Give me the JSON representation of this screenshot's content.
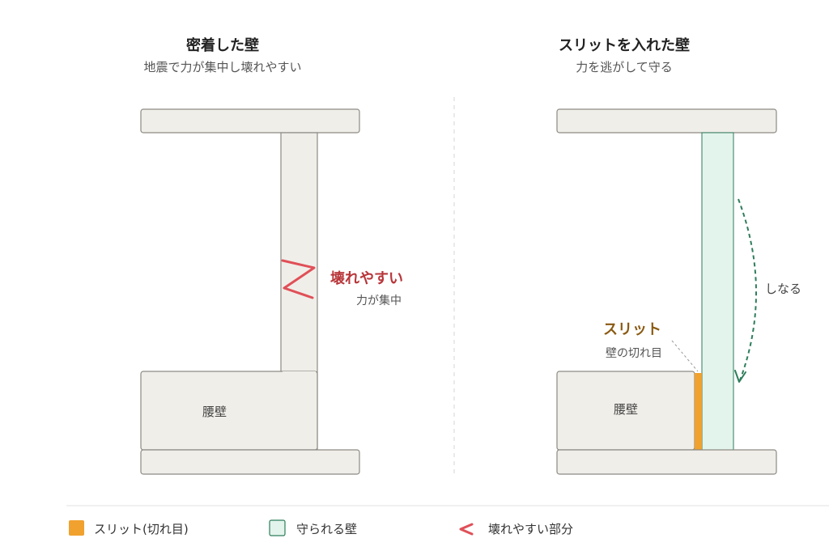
{
  "left_panel": {
    "title": "密着した壁",
    "subtitle": "地震で力が集中し壊れやすい",
    "wall_label": "腰壁",
    "damage_label": "壊れやすい",
    "damage_sub": "力が集中"
  },
  "right_panel": {
    "title": "スリットを入れた壁",
    "subtitle": "力を逃がして守る",
    "wall_label": "腰壁",
    "slit_label": "スリット",
    "slit_sub": "壁の切れ目",
    "bend_label": "しなる"
  },
  "legend": {
    "items": [
      {
        "label": "スリット(切れ目)",
        "icon": "orange-square",
        "color": "#f0a12e"
      },
      {
        "label": "守られる壁",
        "icon": "mint-square",
        "color": "#e3f4ec"
      },
      {
        "label": "壊れやすい部分",
        "icon": "red-zigzag",
        "color": "#e05058"
      }
    ]
  },
  "colors": {
    "concrete": "#f0eee9",
    "slit": "#f0a12e",
    "protected_wall": "#e3f4ec",
    "protected_border": "#2e7d5b",
    "damage": "#e05058",
    "arrow": "#2e7d5b"
  }
}
